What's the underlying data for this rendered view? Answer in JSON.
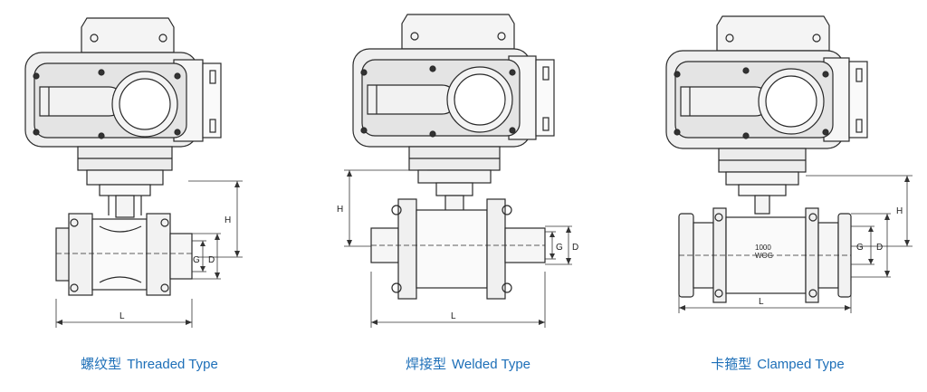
{
  "valves": [
    {
      "caption_cn": "螺纹型",
      "caption_en": "Threaded Type",
      "dims": {
        "h": "H",
        "d": "D",
        "g": "G",
        "l": "L"
      }
    },
    {
      "caption_cn": "焊接型",
      "caption_en": "Welded Type",
      "dims": {
        "h": "H",
        "d": "D",
        "g": "G",
        "l": "L"
      }
    },
    {
      "caption_cn": "卡箍型",
      "caption_en": "Clamped Type",
      "dims": {
        "h": "H",
        "d": "D",
        "g": "G",
        "l": "L"
      },
      "body_marking": [
        "1000",
        "WOG"
      ]
    }
  ]
}
